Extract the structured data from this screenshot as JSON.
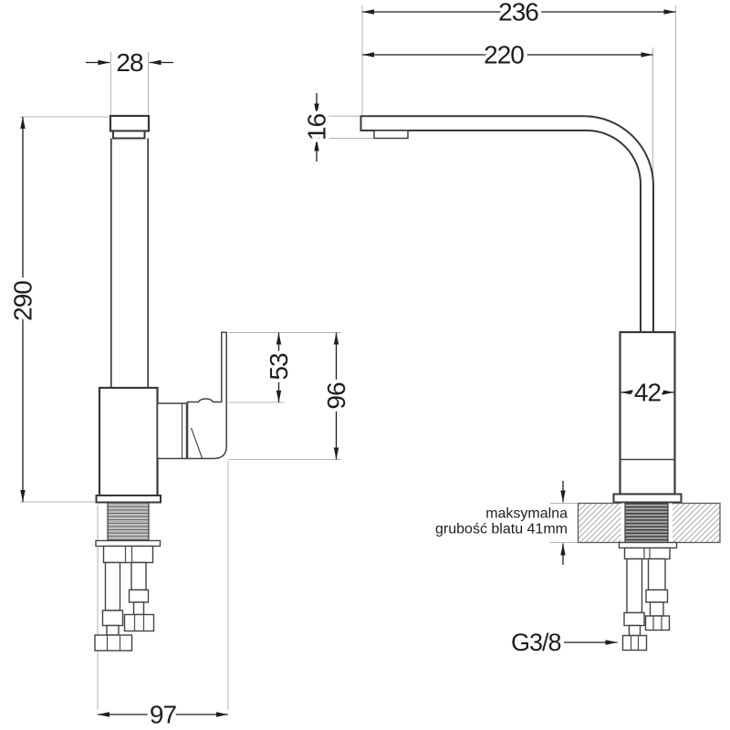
{
  "dimensions": {
    "spout_reach_total": "236",
    "spout_reach": "220",
    "column_width": "28",
    "spout_thickness": "16",
    "total_height": "290",
    "handle_upper": "53",
    "handle_total": "96",
    "body_depth": "42",
    "base_footprint": "97"
  },
  "labels": {
    "thread_size": "G3/8",
    "countertop_note_line1": "maksymalna",
    "countertop_note_line2": "grubość blatu 41mm"
  }
}
